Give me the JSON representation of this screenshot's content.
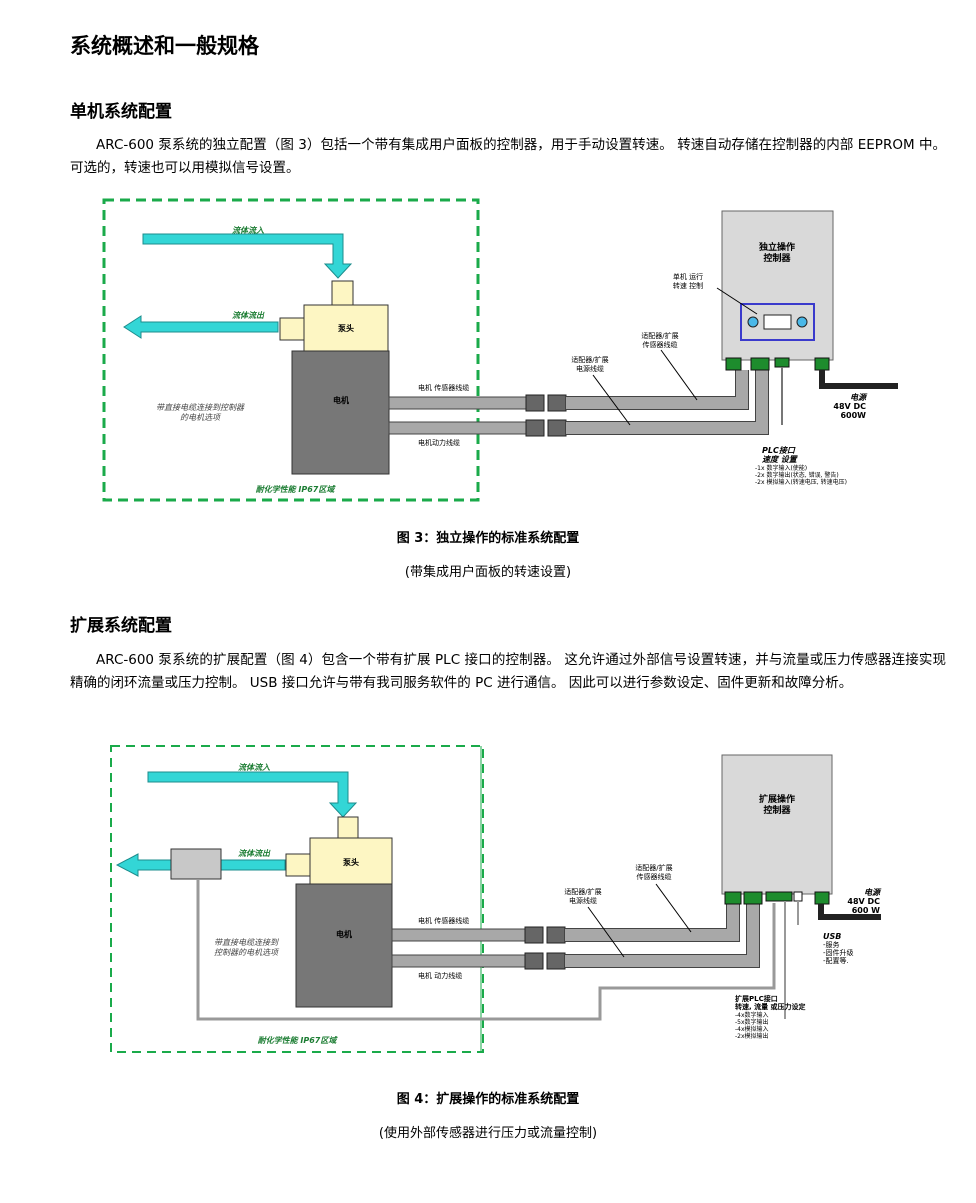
{
  "page": {
    "title": "系统概述和一般规格",
    "section1": {
      "heading": "单机系统配置",
      "paragraph": "ARC-600 泵系统的独立配置（图 3）包括一个带有集成用户面板的控制器，用于手动设置转速。 转速自动存储在控制器的内部 EEPROM 中。 可选的，转速也可以用模拟信号设置。",
      "caption": "图 3：独立操作的标准系统配置",
      "subcaption": "(带集成用户面板的转速设置)"
    },
    "section2": {
      "heading": "扩展系统配置",
      "paragraph": "ARC-600 泵系统的扩展配置（图 4）包含一个带有扩展 PLC 接口的控制器。 这允许通过外部信号设置转速，并与流量或压力传感器连接实现精确的闭环流量或压力控制。 USB 接口允许与带有我司服务软件的 PC 进行通信。 因此可以进行参数设定、固件更新和故障分析。",
      "caption": "图 4：扩展操作的标准系统配置",
      "subcaption": "(使用外部传感器进行压力或流量控制)"
    }
  },
  "fig3": {
    "inlet": "流体流入",
    "outlet": "流体流出",
    "pump_head": "泵头",
    "motor": "电机",
    "motor_note_1": "带直接电缆连接到控制器",
    "motor_note_2": "的电机选项",
    "zone": "耐化学性能 IP67区域",
    "sensor_cable": "电机 传感器线缆",
    "power_cable": "电机动力线缆",
    "adapter_power_1": "适配器/扩展",
    "adapter_power_2": "电源线缆",
    "adapter_sensor_1": "适配器/扩展",
    "adapter_sensor_2": "传感器线缆",
    "controller_1": "独立操作",
    "controller_2": "控制器",
    "panel_label_1": "单机 运行",
    "panel_label_2": "转速 控制",
    "power_1": "电源",
    "power_2": "48V DC",
    "power_3": "600W",
    "plc_1": "PLC接口",
    "plc_2": "速度 设置",
    "plc_3": "-1x 数字输入(使能)",
    "plc_4": "-2x 数字输出(状态, 错误, 警告)",
    "plc_5": "-2x 模拟输入(转速电压, 转速电压)"
  },
  "fig4": {
    "inlet": "流体流入",
    "outlet": "流体流出",
    "pump_head": "泵头",
    "motor": "电机",
    "motor_note_1": "带直接电缆连接到",
    "motor_note_2": "控制器的电机选项",
    "zone": "耐化学性能 IP67区域",
    "sensor_cable": "电机 传感器线缆",
    "power_cable": "电机 动力线缆",
    "adapter_power_1": "适配器/扩展",
    "adapter_power_2": "电源线缆",
    "adapter_sensor_1": "适配器/扩展",
    "adapter_sensor_2": "传感器线缆",
    "controller_1": "扩展操作",
    "controller_2": "控制器",
    "power_1": "电源",
    "power_2": "48V DC",
    "power_3": "600 W",
    "usb_1": "USB",
    "usb_2": "-服务",
    "usb_3": "-固件升级",
    "usb_4": "-配置等.",
    "plc_1": "扩展PLC接口",
    "plc_2": "转速, 流量 或压力设定",
    "plc_3": "-4x数字输入",
    "plc_4": "-5x数字输出",
    "plc_5": "-4x模拟输入",
    "plc_6": "-2x模拟输出"
  },
  "colors": {
    "zone_border": "#1aaa4a",
    "flow_arrow": "#33d6d6",
    "pump_head_fill": "#fdf6c3",
    "motor_fill": "#777777",
    "controller_fill": "#d9d9d9",
    "connector_green": "#1d8c2d",
    "zone_label": "#1c7d33"
  }
}
